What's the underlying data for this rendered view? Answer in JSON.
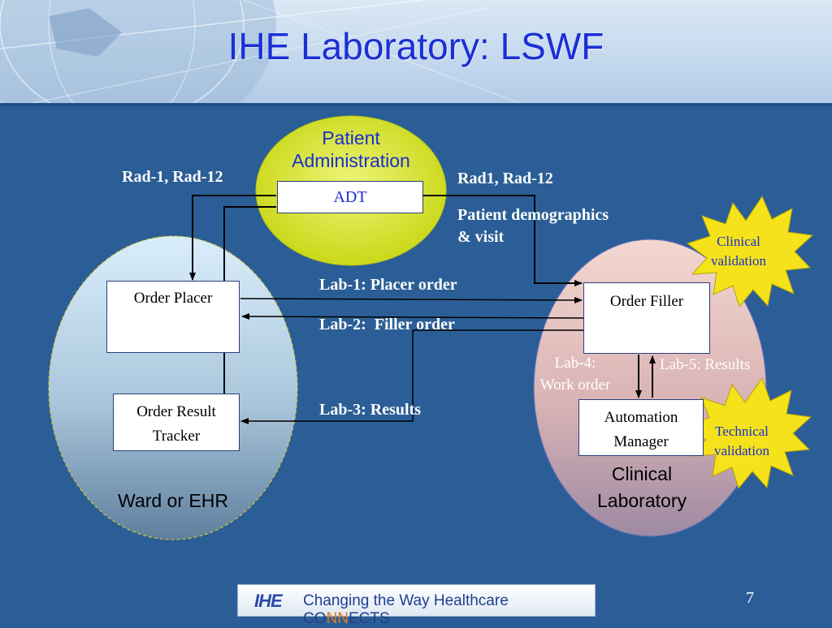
{
  "slide": {
    "title": "IHE Laboratory: LSWF",
    "page_number": "7"
  },
  "actors": {
    "patient_admin": "Patient\nAdministration",
    "adt": "ADT",
    "order_placer": "Order Placer",
    "order_result_tracker": "Order Result\nTracker",
    "ward": "Ward or EHR",
    "order_filler": "Order Filler",
    "automation_manager": "Automation\nManager",
    "clinical_lab": "Clinical\nLaboratory"
  },
  "transactions": {
    "rad_left": "Rad-1, Rad-12",
    "rad_right": "Rad1, Rad-12",
    "patient_demo": "Patient demographics\n& visit",
    "lab1": "Lab-1: Placer order",
    "lab2": "Lab-2:  Filler order",
    "lab3": "Lab-3: Results",
    "lab4": "Lab-4:\nWork order",
    "lab5": "Lab-5: Results"
  },
  "badges": {
    "clinical": "Clinical\nvalidation",
    "technical": "Technical\nvalidation"
  },
  "footer": {
    "logo": "IHE",
    "text_start": "Changing the Way Healthcare",
    "text_co": "CO",
    "text_nn": "NN",
    "text_ects": "ECTS"
  },
  "colors": {
    "background": "#2b5e96",
    "title": "#1b2fd6",
    "badge_fill": "#f5e21a",
    "admin_fill": "#d8e81c"
  }
}
